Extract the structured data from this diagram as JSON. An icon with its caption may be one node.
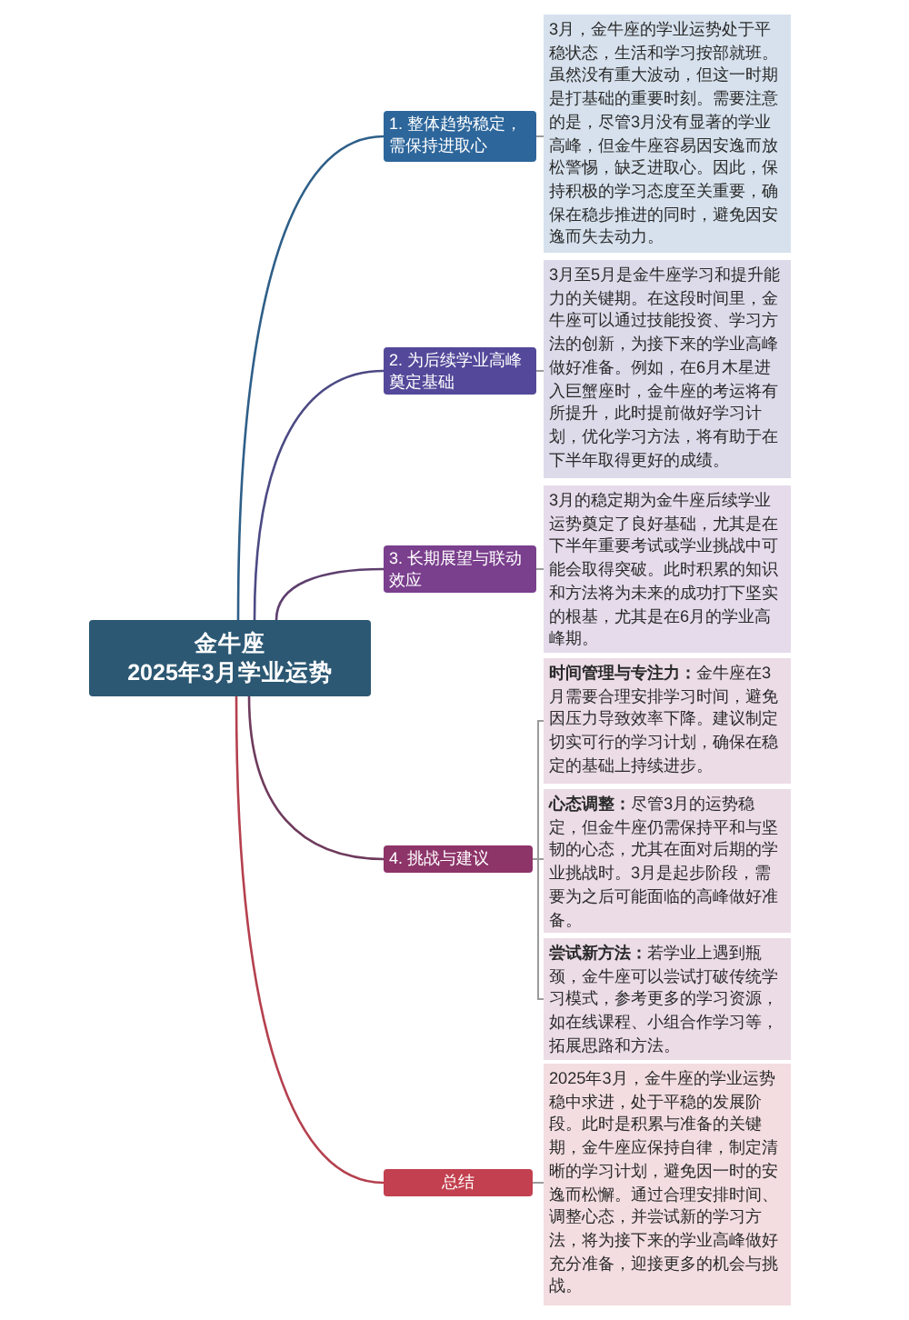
{
  "diagram": {
    "nodes": [
      {
        "text": [
          "金牛座",
          "2025年3月学业运势"
        ]
      },
      {
        "text": [
          "1. 整体趋势稳定，需保持进取心"
        ]
      },
      {
        "text": [
          "3月，金牛座的学业运势处于平稳状态，生活和学习按部就班。虽然没有重大波动，但这一时期是打基础的重要时刻。需要注意的是，尽管3月没有显著的学业高峰，但金牛座容易因安逸而放松警惕，缺乏进取心。因此，保持积极的学习态度至关重要，确保在稳步推进的同时，避免因安逸而失去动力。"
        ]
      },
      {
        "text": [
          "2. 为后续学业高峰奠定基础"
        ]
      },
      {
        "text": [
          "3月至5月是金牛座学习和提升能力的关键期。在这段时间里，金牛座可以通过技能投资、学习方法的创新，为接下来的学业高峰做好准备。例如，在6月木星进入巨蟹座时，金牛座的考运将有所提升，此时提前做好学习计划，优化学习方法，将有助于在下半年取得更好的成绩。"
        ]
      },
      {
        "text": [
          "3. 长期展望与联动效应"
        ]
      },
      {
        "text": [
          "3月的稳定期为金牛座后续学业运势奠定了良好基础，尤其是在下半年重要考试或学业挑战中可能会取得突破。此时积累的知识和方法将为未来的成功打下坚实的根基，尤其是在6月的学业高峰期。"
        ]
      },
      {
        "text": [
          "4. 挑战与建议"
        ]
      },
      {
        "text": [
          "**时间管理与专注力：**金牛座在3月需要合理安排学习时间，避免因压力导致效率下降。建议制定切实可行的学习计划，确保在稳定的基础上持续进步。"
        ]
      },
      {
        "text": [
          "**心态调整：**尽管3月的运势稳定，但金牛座仍需保持平和与坚韧的心态，尤其在面对后期的学业挑战时。3月是起步阶段，需要为之后可能面临的高峰做好准备。"
        ]
      },
      {
        "text": [
          "**尝试新方法：**若学业上遇到瓶颈，金牛座可以尝试打破传统学习模式，参考更多的学习资源，如在线课程、小组合作学习等，拓展思路和方法。"
        ]
      },
      {
        "text": [
          "总结"
        ]
      },
      {
        "text": [
          "2025年3月，金牛座的学业运势稳中求进，处于平稳的发展阶段。此时是积累与准备的关键期，金牛座应保持自律，制定清晰的学习计划，避免因一时的安逸而松懈。通过合理安排时间、调整心态，并尝试新的学习方法，将为接下来的学业高峰做好充分准备，迎接更多的机会与挑战。"
        ]
      }
    ],
    "edges": [
      {
        "from": 0,
        "to": 1,
        "arrow": "none",
        "color": "#2e5f88"
      },
      {
        "from": 0,
        "to": 3,
        "arrow": "none",
        "color": "#4c4a84"
      },
      {
        "from": 0,
        "to": 5,
        "arrow": "none",
        "color": "#5e3f6e"
      },
      {
        "from": 0,
        "to": 7,
        "arrow": "none",
        "color": "#6e3a5c"
      },
      {
        "from": 0,
        "to": 11,
        "arrow": "none",
        "color": "#b5404e"
      },
      {
        "from": 1,
        "to": 2,
        "arrow": "none"
      },
      {
        "from": 3,
        "to": 4,
        "arrow": "none"
      },
      {
        "from": 5,
        "to": 6,
        "arrow": "none"
      },
      {
        "from": 7,
        "to": 8,
        "arrow": "none"
      },
      {
        "from": 7,
        "to": 9,
        "arrow": "none"
      },
      {
        "from": 7,
        "to": 10,
        "arrow": "none"
      },
      {
        "from": 11,
        "to": 12,
        "arrow": "none"
      }
    ]
  }
}
